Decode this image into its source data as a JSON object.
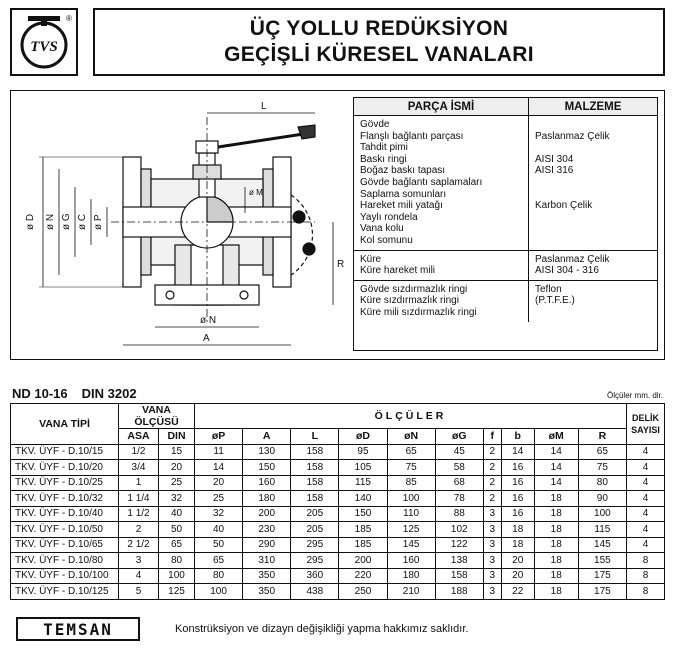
{
  "logo": {
    "text": "TVS",
    "mark": "®"
  },
  "title": {
    "line1": "ÜÇ YOLLU REDÜKSİYON",
    "line2": "GEÇİŞLİ KÜRESEL VANALARI"
  },
  "drawing": {
    "labels": {
      "L": "L",
      "M": "ø M",
      "D": "ø D",
      "N2": "ø N",
      "G": "ø G",
      "C": "ø C",
      "P": "ø P",
      "R": "R",
      "Nb": "ø N",
      "A": "A"
    }
  },
  "parts": {
    "header": {
      "name": "PARÇA İSMİ",
      "material": "MALZEME"
    },
    "groups": [
      {
        "names": [
          "Gövde",
          "Flanşlı bağlantı parçası",
          "Tahdit pimi",
          "Baskı ringi",
          "Boğaz baskı tapası",
          "Gövde bağlantı saplamaları",
          "Saplama somunları",
          "Hareket mili yatağı",
          "Yaylı rondela",
          "Vana kolu",
          "Kol somunu"
        ],
        "materials": [
          "",
          "Paslanmaz Çelik",
          "",
          "AISI 304",
          "AISI 316",
          "",
          "",
          "Karbon Çelik",
          "",
          "",
          ""
        ]
      },
      {
        "names": [
          "Küre",
          "Küre hareket mili"
        ],
        "materials": [
          "Paslanmaz Çelik",
          "AISI 304 - 316"
        ]
      },
      {
        "names": [
          "Gövde sızdırmazlık ringi",
          "Küre sızdırmazlık ringi",
          "Küre mili sızdırmazlık ringi"
        ],
        "materials": [
          "Teflon",
          "(P.T.F.E.)",
          ""
        ]
      }
    ]
  },
  "table": {
    "nd": "ND 10-16",
    "din": "DIN 3202",
    "unit_note": "Ölçüler mm. dir.",
    "headers": {
      "vana_tipi": "VANA TİPİ",
      "vana_olcusu": "VANA ÖLÇÜSÜ",
      "olculer": "ÖLÇÜLER",
      "delik": "DELİK",
      "sayisi": "SAYISI",
      "asa": "ASA",
      "din": "DIN",
      "cols": [
        "øP",
        "A",
        "L",
        "øD",
        "øN",
        "øG",
        "f",
        "b",
        "øM",
        "R"
      ]
    },
    "rows": [
      [
        "TKV. ÜYF - D.10/15",
        "1/2",
        "15",
        "11",
        "130",
        "158",
        "95",
        "65",
        "45",
        "2",
        "14",
        "14",
        "65",
        "4"
      ],
      [
        "TKV. ÜYF - D.10/20",
        "3/4",
        "20",
        "14",
        "150",
        "158",
        "105",
        "75",
        "58",
        "2",
        "16",
        "14",
        "75",
        "4"
      ],
      [
        "TKV. ÜYF - D.10/25",
        "1",
        "25",
        "20",
        "160",
        "158",
        "115",
        "85",
        "68",
        "2",
        "16",
        "14",
        "80",
        "4"
      ],
      [
        "TKV. ÜYF - D.10/32",
        "1 1/4",
        "32",
        "25",
        "180",
        "158",
        "140",
        "100",
        "78",
        "2",
        "16",
        "18",
        "90",
        "4"
      ],
      [
        "TKV. ÜYF - D.10/40",
        "1 1/2",
        "40",
        "32",
        "200",
        "205",
        "150",
        "110",
        "88",
        "3",
        "16",
        "18",
        "100",
        "4"
      ],
      [
        "TKV. ÜYF - D.10/50",
        "2",
        "50",
        "40",
        "230",
        "205",
        "185",
        "125",
        "102",
        "3",
        "18",
        "18",
        "115",
        "4"
      ],
      [
        "TKV. ÜYF - D.10/65",
        "2 1/2",
        "65",
        "50",
        "290",
        "295",
        "185",
        "145",
        "122",
        "3",
        "18",
        "18",
        "145",
        "4"
      ],
      [
        "TKV. ÜYF - D.10/80",
        "3",
        "80",
        "65",
        "310",
        "295",
        "200",
        "160",
        "138",
        "3",
        "20",
        "18",
        "155",
        "8"
      ],
      [
        "TKV. ÜYF - D.10/100",
        "4",
        "100",
        "80",
        "350",
        "360",
        "220",
        "180",
        "158",
        "3",
        "20",
        "18",
        "175",
        "8"
      ],
      [
        "TKV. ÜYF - D.10/125",
        "5",
        "125",
        "100",
        "350",
        "438",
        "250",
        "210",
        "188",
        "3",
        "22",
        "18",
        "175",
        "8"
      ]
    ]
  },
  "footer": {
    "brand": "TEMSAN",
    "note": "Konstrüksiyon ve dizayn değişikliği yapma hakkımız saklıdır."
  }
}
